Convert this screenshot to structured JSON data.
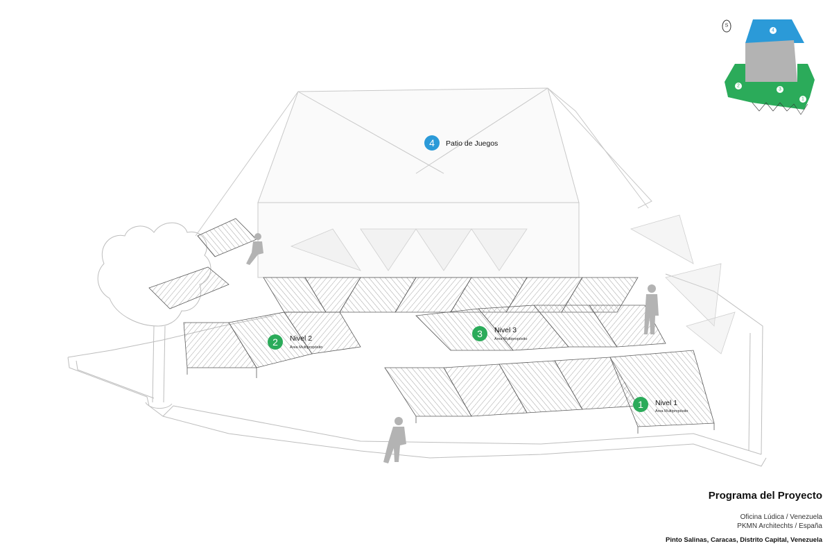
{
  "colors": {
    "green": "#2bab5a",
    "blue": "#2b9ad8",
    "line": "#bdbdbd",
    "dark": "#333333",
    "grey": "#b3b3b3"
  },
  "labels": [
    {
      "number": "4",
      "name": "Patio de Juegos",
      "subtitle": "",
      "color": "blue"
    },
    {
      "number": "2",
      "name": "Nivel 2",
      "subtitle": "Área Multipropósito",
      "color": "green"
    },
    {
      "number": "3",
      "name": "Nivel 3",
      "subtitle": "Área Multipropósito",
      "color": "green"
    },
    {
      "number": "1",
      "name": "Nivel 1",
      "subtitle": "Área Multipropósito",
      "color": "green"
    }
  ],
  "key_map": {
    "north_marker": "S",
    "numbers": [
      "4",
      "2",
      "3",
      "1"
    ]
  },
  "caption": {
    "title": "Programa del Proyecto",
    "credit_line_1": "Oficina Lúdica / Venezuela",
    "credit_line_2": "PKMN Architechts / España",
    "location": "Pinto Salinas, Caracas, Distrito Capital, Venezuela"
  }
}
